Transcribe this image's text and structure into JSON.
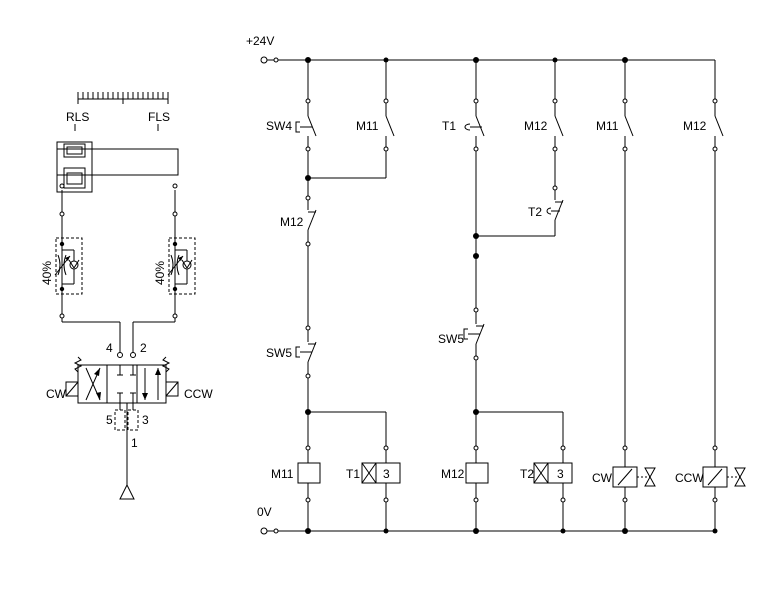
{
  "pneumatic": {
    "labels": {
      "rls": "RLS",
      "fls": "FLS",
      "pct_left": "40%",
      "pct_right": "40%",
      "port_4": "4",
      "port_2": "2",
      "port_5": "5",
      "port_3": "3",
      "port_1": "1",
      "cw": "CW",
      "ccw": "CCW"
    }
  },
  "ladder": {
    "supply_label": "+24V",
    "ground_label": "0V",
    "rung1": {
      "sw4": "SW4",
      "m11_contact": "M11",
      "m12_nc": "M12",
      "sw5": "SW5",
      "m11_coil": "M11",
      "t1_coil": "T1",
      "t1_value": "3"
    },
    "rung2": {
      "t1_contact": "T1",
      "m12_contact": "M12",
      "t2_contact": "T2",
      "sw5": "SW5",
      "m12_coil": "M12",
      "t2_coil": "T2",
      "t2_value": "3"
    },
    "rung3": {
      "m11_contact": "M11",
      "cw_coil": "CW"
    },
    "rung4": {
      "m12_contact": "M12",
      "ccw_coil": "CCW"
    }
  }
}
